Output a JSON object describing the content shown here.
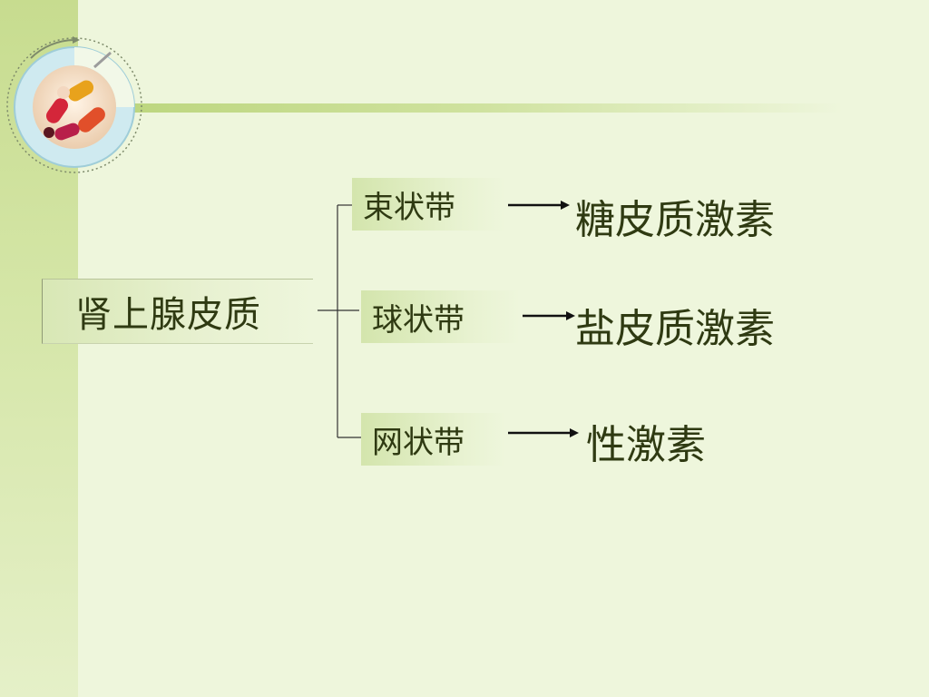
{
  "diagram": {
    "root": {
      "label": "肾上腺皮质"
    },
    "branches": [
      {
        "zone": "束状带",
        "hormone": "糖皮质激素"
      },
      {
        "zone": "球状带",
        "hormone": "盐皮质激素"
      },
      {
        "zone": "网状带",
        "hormone": "性激素"
      }
    ]
  },
  "colors": {
    "background": "#eef6dc",
    "accent": "#c7dc8f",
    "text": "#2f3a12"
  }
}
